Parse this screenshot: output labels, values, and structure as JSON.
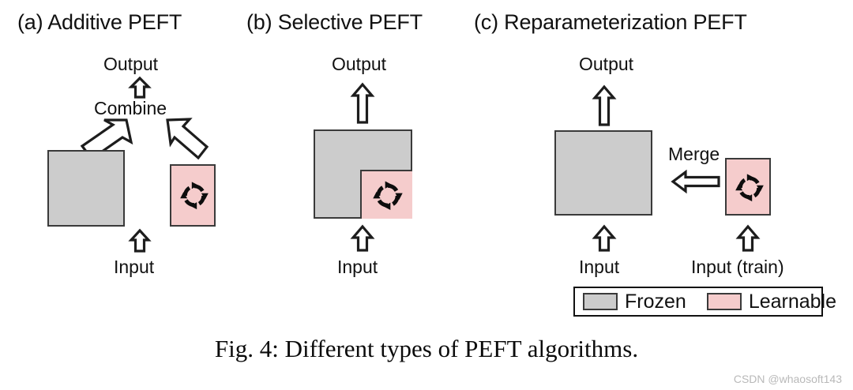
{
  "figure": {
    "caption": "Fig. 4: Different types of PEFT algorithms.",
    "watermark": "CSDN @whaosoft143",
    "colors": {
      "frozen_fill": "#cccccc",
      "learnable_fill": "#f5cccc",
      "box_stroke": "#3a3a3a",
      "arrow_fill": "#ffffff",
      "arrow_stroke": "#1d1d1d",
      "text": "#111111",
      "watermark": "#b9b9b9"
    }
  },
  "panels": [
    {
      "id": "a",
      "title": "(a) Additive PEFT",
      "labels": {
        "output": "Output",
        "combine": "Combine",
        "input": "Input"
      },
      "icons": {
        "frozen_block": "frozen-box",
        "learnable_block": "learnable-box",
        "training_icon": "refresh-icon",
        "up_arrow": "arrow-up-icon",
        "diagonal_left_arrow": "arrow-up-right-icon",
        "diagonal_right_arrow": "arrow-up-left-icon"
      }
    },
    {
      "id": "b",
      "title": "(b) Selective PEFT",
      "labels": {
        "output": "Output",
        "input": "Input"
      },
      "icons": {
        "frozen_block": "frozen-box",
        "learnable_block": "learnable-box-nested",
        "training_icon": "refresh-icon",
        "up_arrow": "arrow-up-icon"
      }
    },
    {
      "id": "c",
      "title": "(c) Reparameterization PEFT",
      "labels": {
        "output": "Output",
        "merge": "Merge",
        "input": "Input",
        "input_train": "Input (train)"
      },
      "icons": {
        "frozen_block": "frozen-box",
        "learnable_block": "learnable-box",
        "training_icon": "refresh-icon",
        "up_arrow": "arrow-up-icon",
        "merge_arrow": "arrow-left-icon"
      }
    }
  ],
  "legend": {
    "entries": [
      {
        "label": "Frozen",
        "color": "#cccccc",
        "swatch": "frozen-swatch"
      },
      {
        "label": "Learnable",
        "color": "#f5cccc",
        "swatch": "learnable-swatch"
      }
    ]
  }
}
